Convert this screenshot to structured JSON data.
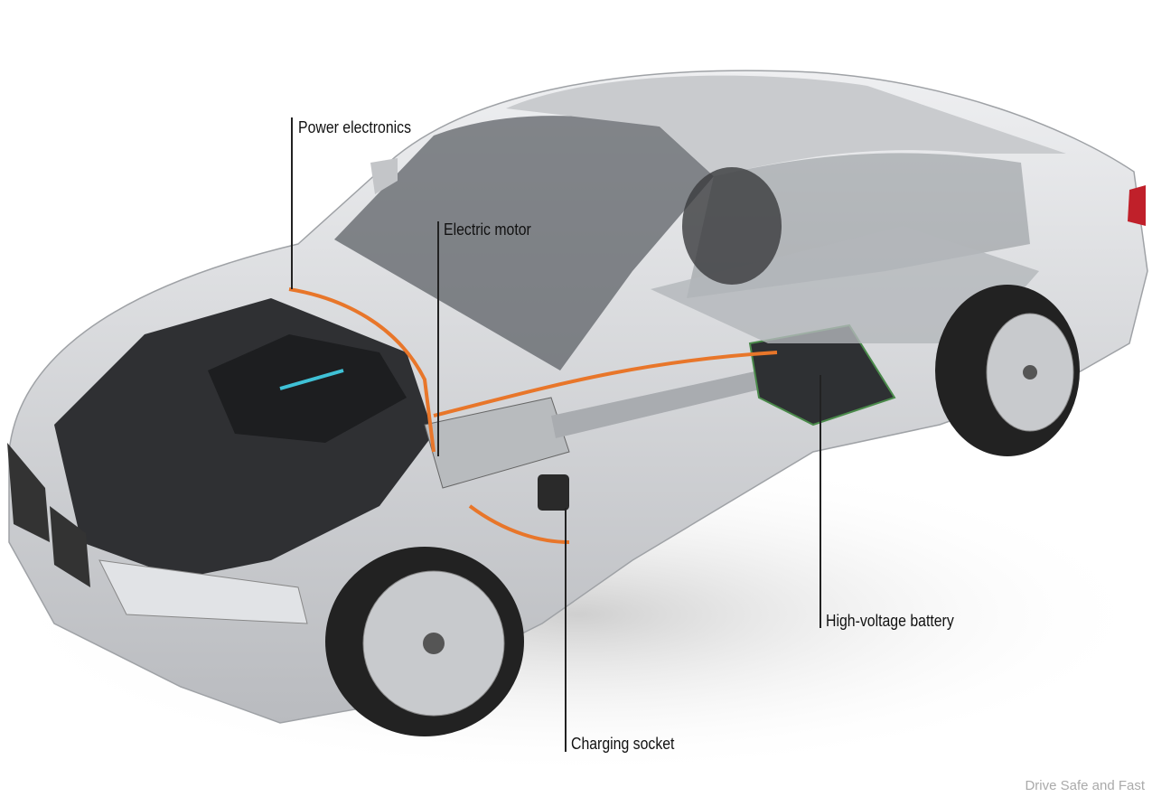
{
  "callouts": {
    "power_electronics": "Power electronics",
    "electric_motor": "Electric motor",
    "high_voltage_battery": "High-voltage battery",
    "charging_socket": "Charging socket"
  },
  "watermark": "Drive Safe and Fast",
  "colors": {
    "body": "#d9dadc",
    "hv_cable": "#e8762a",
    "engine": "#2a2b2e",
    "accent": "#3fc1d6"
  }
}
